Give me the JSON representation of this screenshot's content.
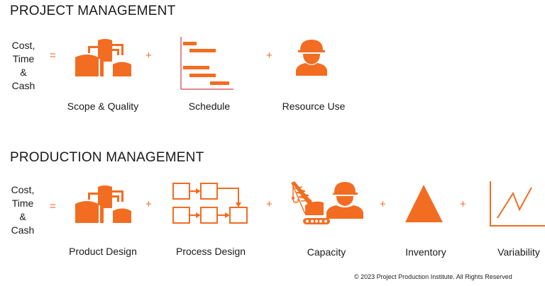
{
  "colors": {
    "accent": "#f26d21",
    "axis": "#d9646a",
    "text": "#1a1a1a"
  },
  "project": {
    "heading": "PROJECT MANAGEMENT",
    "lhs": [
      "Cost,",
      "Time",
      "&",
      "Cash"
    ],
    "equals": "=",
    "plus": "+",
    "terms": [
      {
        "label": "Scope & Quality",
        "icon": "storage-tanks-icon"
      },
      {
        "label": "Schedule",
        "icon": "gantt-chart-icon"
      },
      {
        "label": "Resource Use",
        "icon": "worker-hardhat-icon"
      }
    ]
  },
  "production": {
    "heading": "PRODUCTION MANAGEMENT",
    "lhs": [
      "Cost,",
      "Time",
      "&",
      "Cash"
    ],
    "equals": "=",
    "plus": "+",
    "terms": [
      {
        "label": "Product Design",
        "icon": "storage-tanks-icon"
      },
      {
        "label": "Process Design",
        "icon": "process-flow-icon"
      },
      {
        "label": "Capacity",
        "icon": "crane-and-worker-icon"
      },
      {
        "label": "Inventory",
        "icon": "triangle-icon"
      },
      {
        "label": "Variability",
        "icon": "line-chart-icon"
      }
    ]
  },
  "footer": {
    "copyright": "© 2023 Project Production Institute. All Rights Reserved"
  }
}
